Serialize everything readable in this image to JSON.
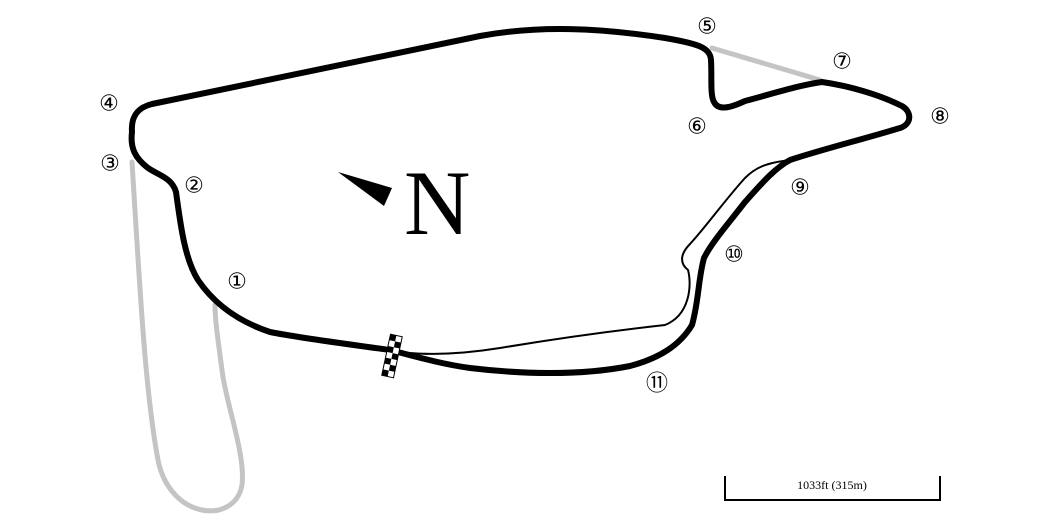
{
  "map": {
    "north_label": "N",
    "scale_label": "1033ft (315m)",
    "turns": [
      {
        "id": "1",
        "label": "①"
      },
      {
        "id": "2",
        "label": "②"
      },
      {
        "id": "3",
        "label": "③"
      },
      {
        "id": "4",
        "label": "④"
      },
      {
        "id": "5",
        "label": "⑤"
      },
      {
        "id": "6",
        "label": "⑥"
      },
      {
        "id": "7",
        "label": "⑦"
      },
      {
        "id": "8",
        "label": "⑧"
      },
      {
        "id": "9",
        "label": "⑨"
      },
      {
        "id": "10",
        "label": "⑩"
      },
      {
        "id": "11",
        "label": "⑪"
      }
    ],
    "colors": {
      "main_track": "#000000",
      "alternate_track": "#c4c4c4",
      "pit_lane": "#000000",
      "background": "#ffffff"
    }
  }
}
